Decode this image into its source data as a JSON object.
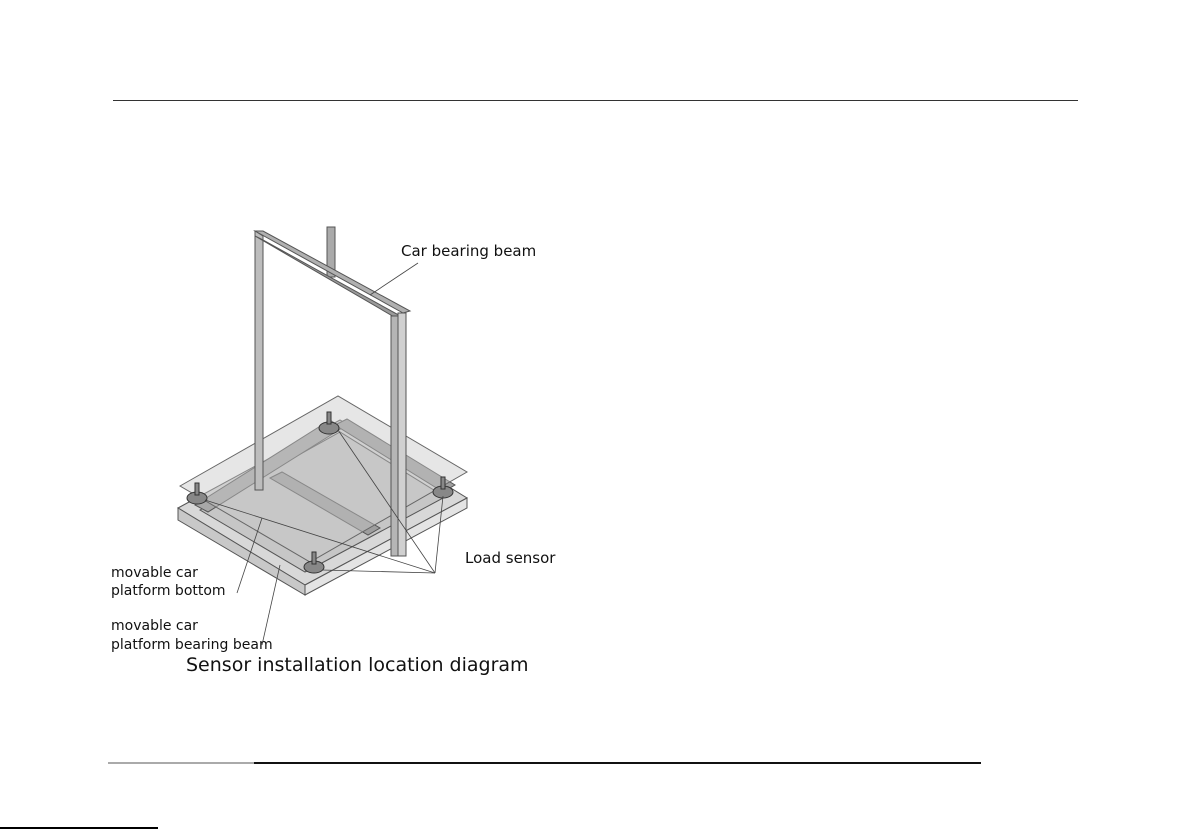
{
  "figure": {
    "labels": {
      "car_bearing_beam": "Car bearing beam",
      "load_sensor": "Load sensor",
      "platform_bottom_line1": "movable car",
      "platform_bottom_line2": "platform bottom",
      "bearing_beam_line1": "movable car",
      "bearing_beam_line2": "platform bearing beam"
    },
    "caption": "Sensor installation location diagram"
  }
}
